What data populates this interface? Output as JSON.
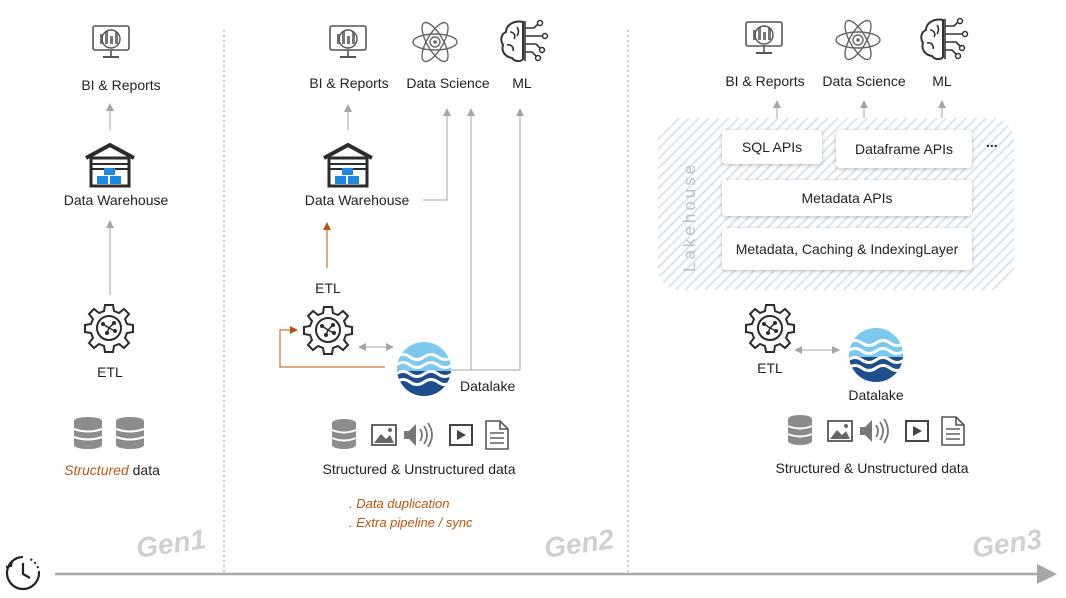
{
  "gen1": {
    "bi_label": "BI & Reports",
    "warehouse_label": "Data Warehouse",
    "etl_label": "ETL",
    "structured_word": "Structured",
    "data_word": " data",
    "era_label": "Gen1"
  },
  "gen2": {
    "bi_label": "BI & Reports",
    "ds_label": "Data Science",
    "ml_label": "ML",
    "warehouse_label": "Data Warehouse",
    "etl_label": "ETL",
    "datalake_label": "Datalake",
    "sources_label": "Structured & Unstructured data",
    "issue_1": ". Data duplication",
    "issue_2": ". Extra pipeline / sync",
    "era_label": "Gen2"
  },
  "gen3": {
    "bi_label": "BI & Reports",
    "ds_label": "Data Science",
    "ml_label": "ML",
    "lakehouse_label": "Lakehouse",
    "sql_apis": "SQL APIs",
    "dataframe_apis": "Dataframe APIs",
    "more": "...",
    "metadata_apis": "Metadata APIs",
    "metadata_layer": "Metadata, Caching & IndexingLayer",
    "etl_label": "ETL",
    "datalake_label": "Datalake",
    "sources_label": "Structured & Unstructured data",
    "era_label": "Gen3"
  },
  "colors": {
    "orange": "#b8560f",
    "blue": "#1e88e5",
    "lake_dark": "#1f4e8c",
    "lake_light": "#5ab9ea",
    "gray": "#a6a6a6"
  }
}
